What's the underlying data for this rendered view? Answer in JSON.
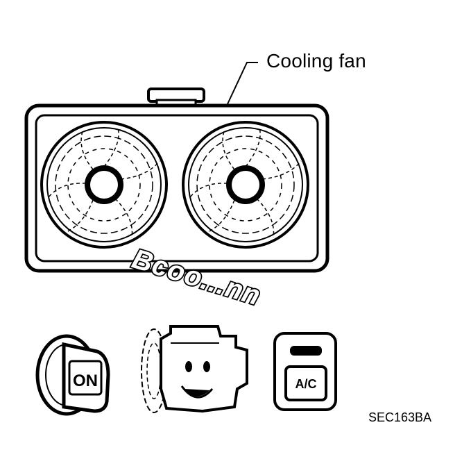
{
  "callout": {
    "label": "Cooling fan"
  },
  "sound_effect": {
    "text": "Bcoo...nn"
  },
  "ignition_key": {
    "label": "ON"
  },
  "ac_switch": {
    "label": "A/C"
  },
  "figure_code": "SEC163BA",
  "colors": {
    "ink": "#000000",
    "paper": "#ffffff"
  }
}
